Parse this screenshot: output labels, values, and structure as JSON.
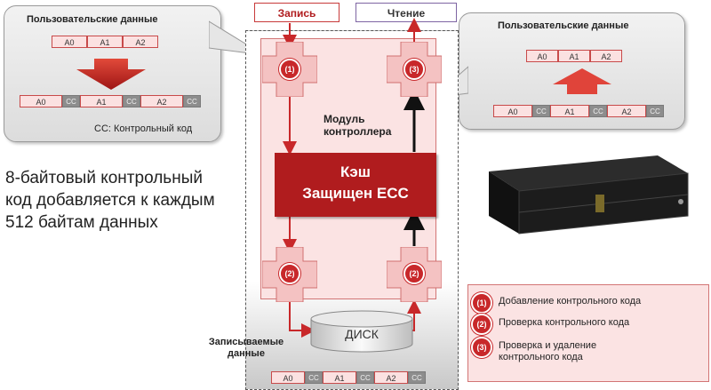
{
  "top_left_bubble": {
    "title": "Пользовательские данные",
    "input_blocks": [
      "A0",
      "A1",
      "A2"
    ],
    "output_blocks": [
      "A0",
      "CC",
      "A1",
      "CC",
      "A2",
      "CC"
    ],
    "footnote": "CC: Контрольный код"
  },
  "top_right_bubble": {
    "title": "Пользовательские данные",
    "output_blocks": [
      "A0",
      "A1",
      "A2"
    ],
    "input_blocks": [
      "A0",
      "CC",
      "A1",
      "CC",
      "A2",
      "CC"
    ]
  },
  "io": {
    "write_label": "Запись",
    "read_label": "Чтение"
  },
  "controller": {
    "module_label": "Модуль\nконтроллера",
    "cache_line1": "Кэш",
    "cache_line2": "Защищен ECC",
    "step_write": "(1)",
    "step_read": "(3)",
    "step_check_left": "(2)",
    "step_check_right": "(2)"
  },
  "disk": {
    "label": "ДИСК",
    "written_label": "Записываемые\nданные",
    "blocks": [
      "A0",
      "CC",
      "A1",
      "CC",
      "A2",
      "CC"
    ]
  },
  "description": "8-байтовый контрольный код добавляется к каждым 512 байтам данных",
  "legend": [
    {
      "num": "(1)",
      "text": "Добавление контрольного кода"
    },
    {
      "num": "(2)",
      "text": "Проверка контрольного кода"
    },
    {
      "num": "(3)",
      "text": "Проверка и удаление\nконтрольного кода"
    }
  ],
  "colors": {
    "accent": "#c8282a",
    "cache": "#b01c1e",
    "read_border": "#7e65a3",
    "cc_gray": "#8d8d8d"
  }
}
